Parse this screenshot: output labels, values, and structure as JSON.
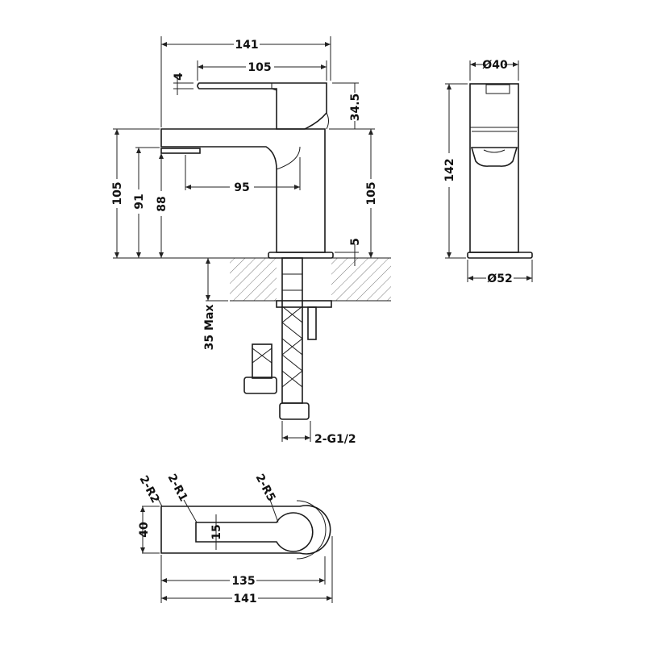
{
  "side_view": {
    "overall_length": "141",
    "lever_length": "105",
    "lever_thickness": "4",
    "handle_height": "34.5",
    "spout_top_height": "105",
    "spout_height": "91",
    "outlet_height": "88",
    "spout_reach": "95",
    "body_height": "105",
    "base_thickness": "5",
    "max_counter_thickness": "35 Max",
    "connection": "2-G1/2"
  },
  "front_view": {
    "body_diameter": "Ø40",
    "total_height": "142",
    "base_diameter": "Ø52"
  },
  "top_view": {
    "corner_radius_outer": "2-R2",
    "corner_radius_slot": "2-R1",
    "radius_neck": "2-R5",
    "width": "40",
    "slot_width": "15",
    "lever_length": "135",
    "overall_length": "141"
  },
  "colors": {
    "line": "#1a1a1a",
    "background": "#ffffff"
  }
}
